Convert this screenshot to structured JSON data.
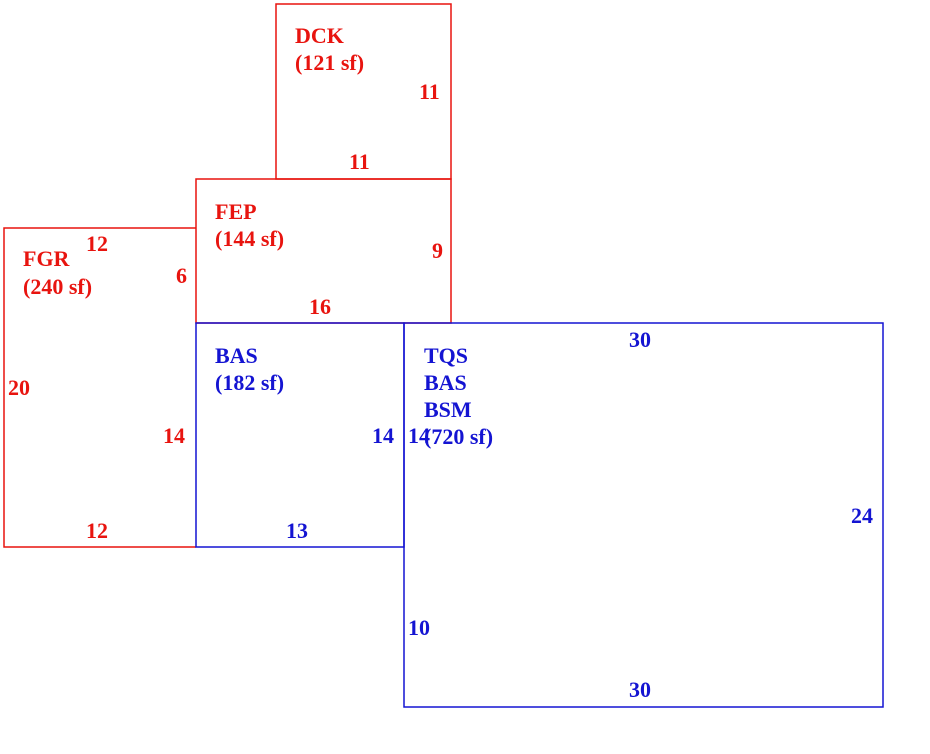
{
  "colors": {
    "exterior": "#e8140f",
    "interior": "#1414d2",
    "background": "#ffffff"
  },
  "areas": {
    "dck": {
      "code": "DCK",
      "area": "(121 sf)",
      "dim_right": "11",
      "dim_bottom": "11"
    },
    "fep": {
      "code": "FEP",
      "area": "(144 sf)",
      "dim_right": "9",
      "dim_bottom": "16"
    },
    "fgr": {
      "code": "FGR",
      "area": "(240 sf)",
      "dim_top": "12",
      "dim_right_upper": "6",
      "dim_left": "20",
      "dim_right_lower": "14",
      "dim_bottom": "12"
    },
    "bas": {
      "code": "BAS",
      "area": "(182 sf)",
      "dim_right": "14",
      "dim_bottom": "13"
    },
    "main": {
      "code1": "TQS",
      "code2": "BAS",
      "code3": "BSM",
      "area": "(720 sf)",
      "dim_top": "30",
      "dim_left_upper": "14",
      "dim_right": "24",
      "dim_left_lower": "10",
      "dim_bottom": "30"
    }
  }
}
